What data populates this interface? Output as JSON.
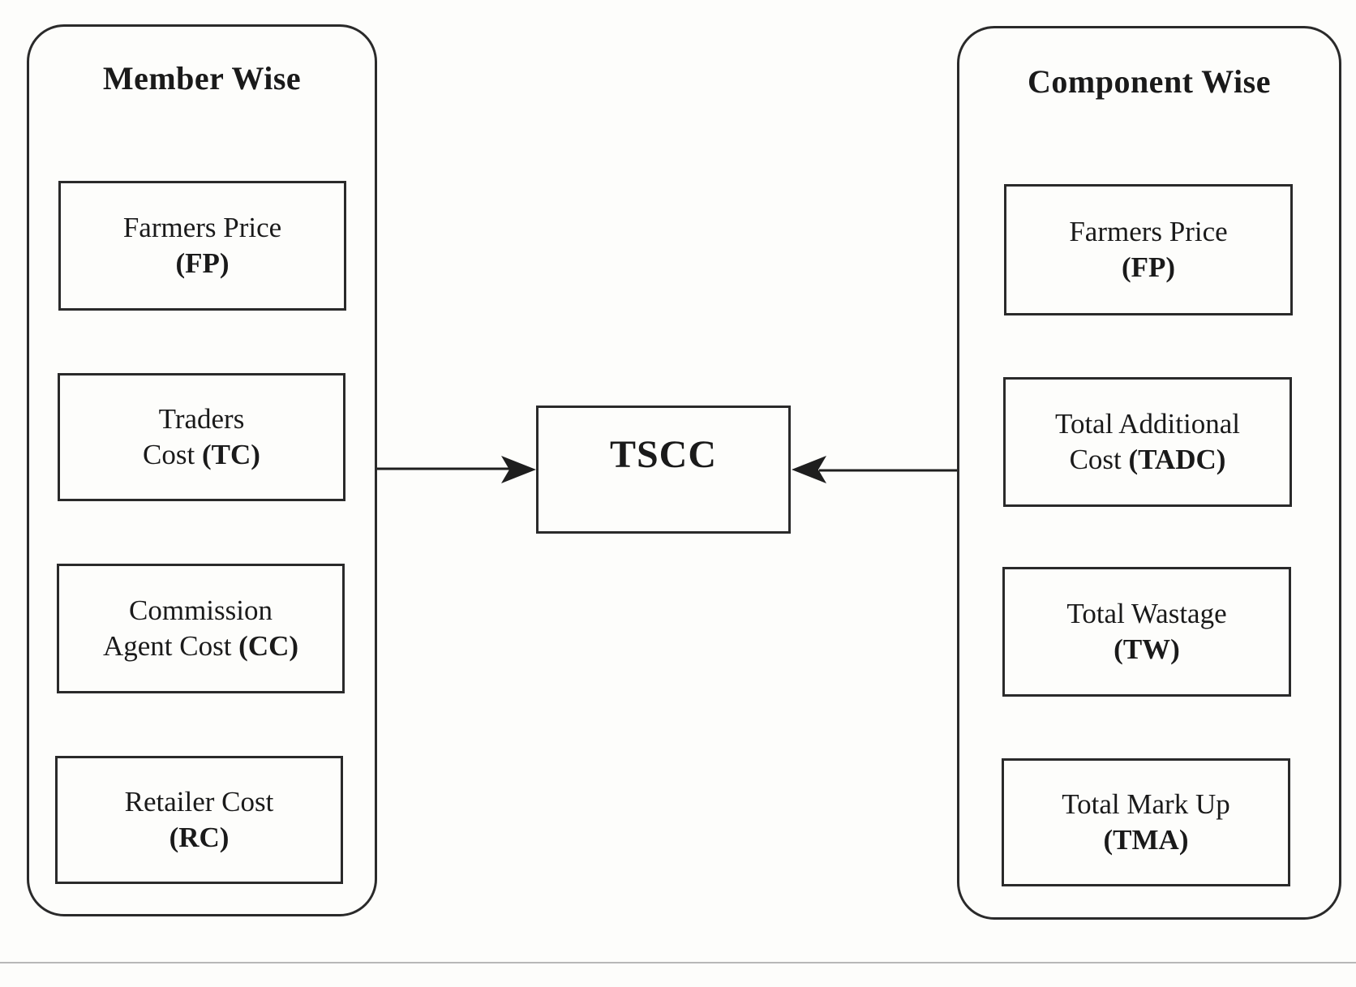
{
  "left_group": {
    "title": "Member Wise",
    "items": [
      {
        "line1": "Farmers Price",
        "line2": "",
        "abbr": "(FP)"
      },
      {
        "line1": "Traders",
        "line2": "Cost ",
        "abbr": "(TC)"
      },
      {
        "line1": "Commission",
        "line2": "Agent Cost ",
        "abbr": "(CC)"
      },
      {
        "line1": "Retailer Cost",
        "line2": "",
        "abbr": "(RC)"
      }
    ]
  },
  "center": {
    "label": "TSCC"
  },
  "right_group": {
    "title": "Component Wise",
    "items": [
      {
        "line1": "Farmers Price",
        "line2": "",
        "abbr": "(FP)"
      },
      {
        "line1": "Total Additional",
        "line2": "Cost ",
        "abbr": "(TADC)"
      },
      {
        "line1": "Total Wastage",
        "line2": "",
        "abbr": "(TW)"
      },
      {
        "line1": "Total Mark Up",
        "line2": "",
        "abbr": "(TMA)"
      }
    ]
  }
}
